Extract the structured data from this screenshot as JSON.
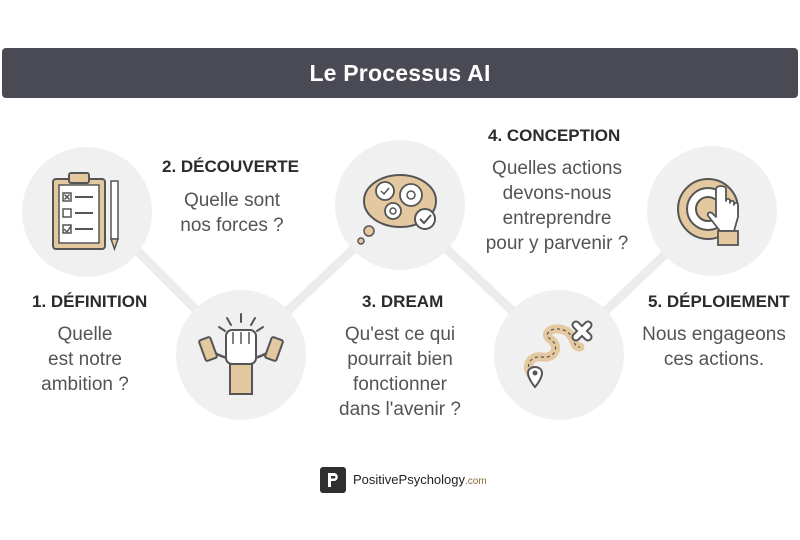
{
  "title": "Le Processus AI",
  "steps": [
    {
      "title": "1. DÉFINITION",
      "desc": "Quelle\nest notre\nambition ?",
      "icon": "clipboard-checklist-icon"
    },
    {
      "title": "2. DÉCOUVERTE",
      "desc": "Quelle sont\nnos forces ?",
      "icon": "raised-fist-strength-icon"
    },
    {
      "title": "3. DREAM",
      "desc": "Qu'est ce qui\npourrait bien\nfonctionner\ndans l'avenir ?",
      "icon": "gears-thought-icon"
    },
    {
      "title": "4. CONCEPTION",
      "desc": "Quelles actions\ndevons-nous\nentreprendre\npour y parvenir ?",
      "icon": "route-map-icon"
    },
    {
      "title": "5. DÉPLOIEMENT",
      "desc": "Nous engageons\nces actions.",
      "icon": "hand-tap-target-icon"
    }
  ],
  "brand": {
    "name": "PositivePsychology",
    "domain": ".com"
  },
  "colors": {
    "title_bar": "#4a4a55",
    "circle": "#f0f0f0",
    "icon_fill": "#e3c8a0",
    "icon_stroke": "#555555",
    "accent": "#c8a46e"
  }
}
